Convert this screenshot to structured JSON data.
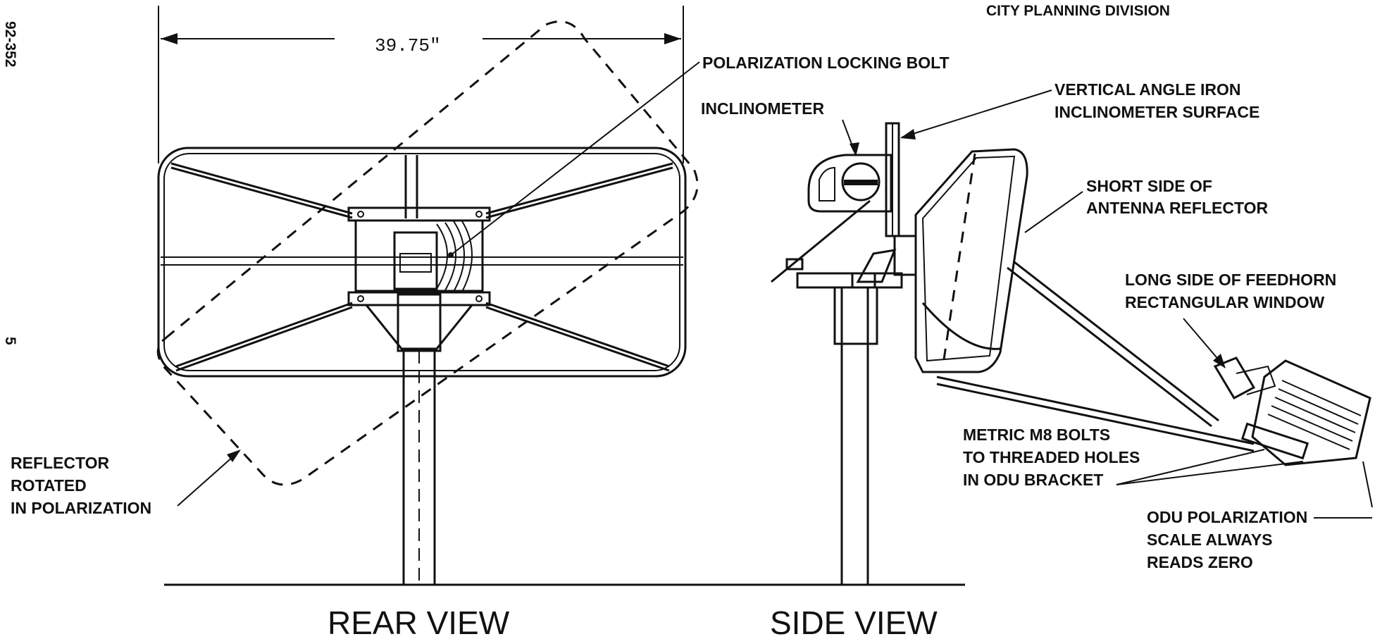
{
  "header": {
    "org": "CITY PLANNING DIVISION",
    "page_number": "5",
    "doc_number": "92-352"
  },
  "dimension": {
    "width_label": "39.75\""
  },
  "labels": {
    "polarization_locking_bolt": "POLARIZATION LOCKING BOLT",
    "inclinometer": "INCLINOMETER",
    "vertical_angle_iron_line1": "VERTICAL ANGLE IRON",
    "vertical_angle_iron_line2": "INCLINOMETER SURFACE",
    "short_side_line1": "SHORT SIDE OF",
    "short_side_line2": "ANTENNA REFLECTOR",
    "long_side_line1": "LONG SIDE OF FEEDHORN",
    "long_side_line2": "RECTANGULAR WINDOW",
    "metric_bolts_line1": "METRIC M8 BOLTS",
    "metric_bolts_line2": "TO THREADED HOLES",
    "metric_bolts_line3": "IN ODU BRACKET",
    "odu_scale_line1": "ODU POLARIZATION",
    "odu_scale_line2": "SCALE ALWAYS",
    "odu_scale_line3": "READS ZERO",
    "reflector_rotated_line1": "REFLECTOR",
    "reflector_rotated_line2": "ROTATED",
    "reflector_rotated_line3": "IN POLARIZATION"
  },
  "views": {
    "rear": "REAR VIEW",
    "side": "SIDE VIEW"
  }
}
